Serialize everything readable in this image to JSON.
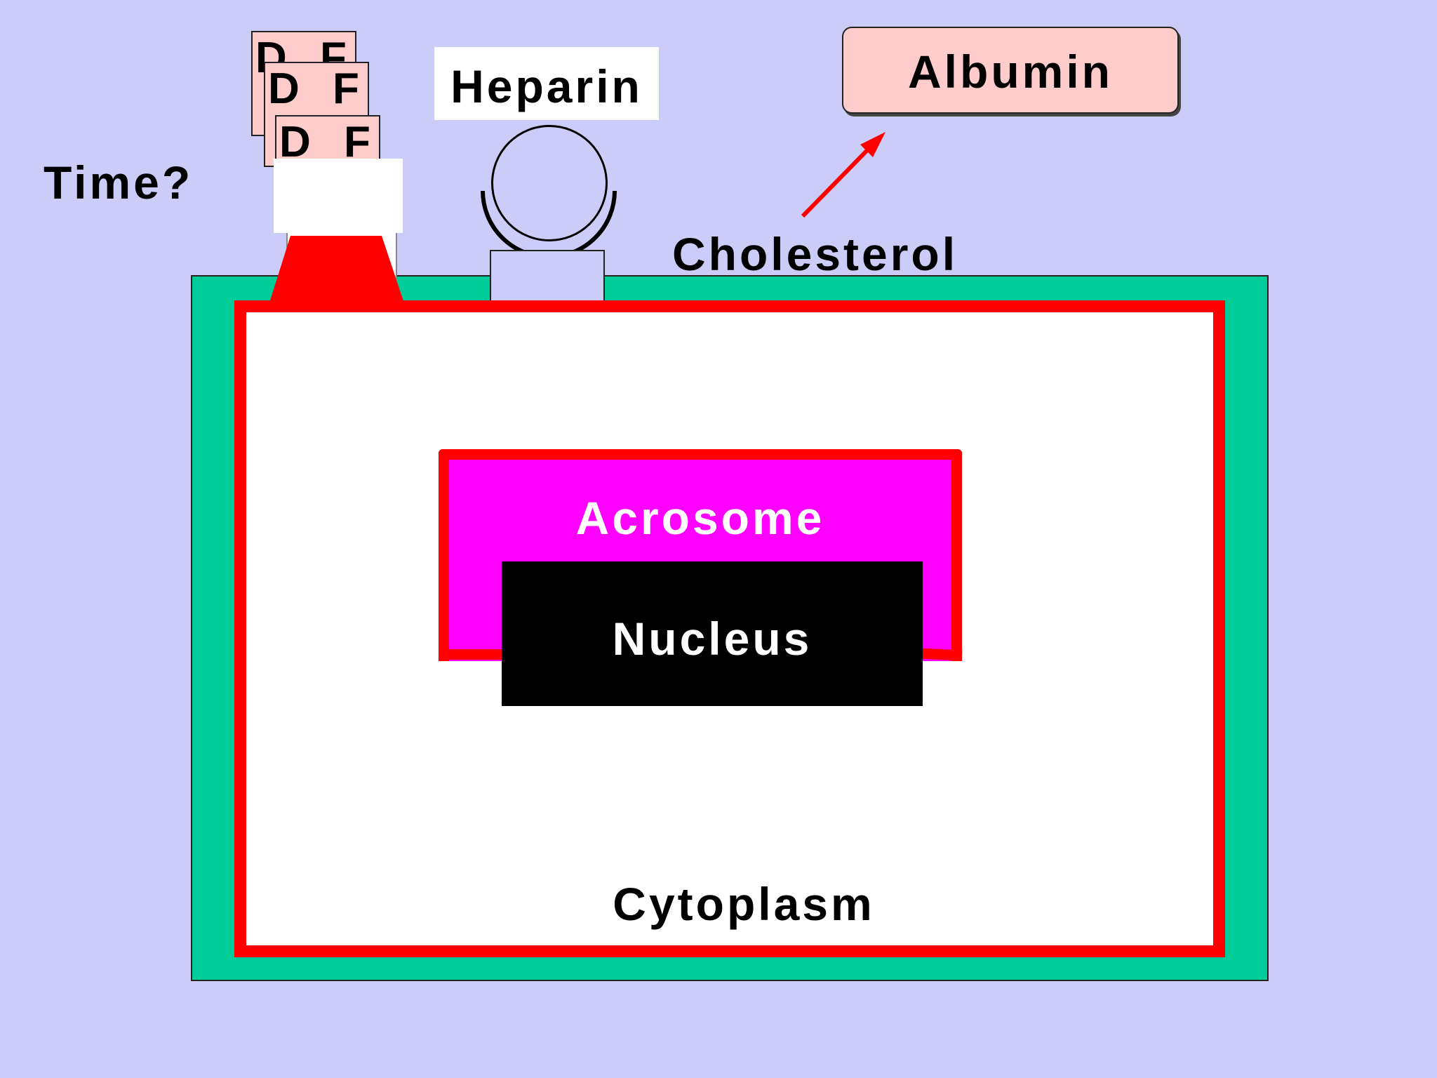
{
  "diagram": {
    "left_label": "Time?",
    "receptor_cards": [
      {
        "left": "D",
        "right": "F"
      },
      {
        "left": "D",
        "right": "F"
      },
      {
        "left": "D",
        "right": "F"
      }
    ],
    "heparin_label": "Heparin",
    "albumin_label": "Albumin",
    "cholesterol_label": "Cholesterol",
    "acrosome_label": "Acrosome",
    "nucleus_label": "Nucleus",
    "cytoplasm_label": "Cytoplasm"
  },
  "colors": {
    "background": "#ccccf9",
    "cell_outer": "#00cc99",
    "membrane": "#ff0000",
    "acrosome": "#ff00ff",
    "nucleus": "#000000",
    "card": "#ffcccc"
  }
}
